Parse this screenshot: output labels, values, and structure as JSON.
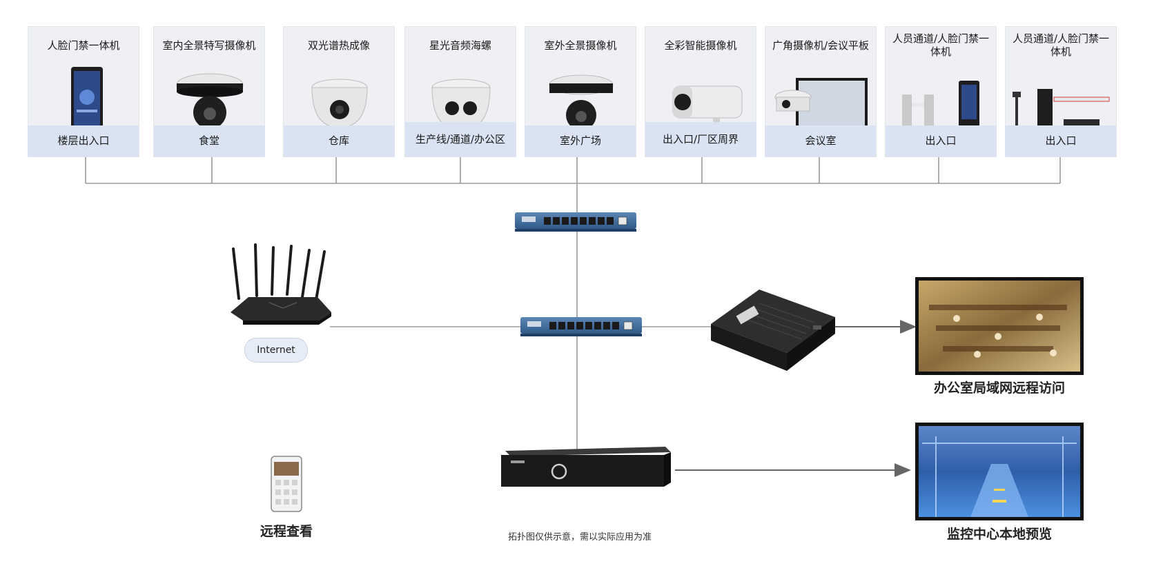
{
  "devices": [
    {
      "title": "人脸门禁一体机",
      "location": "楼层出入口",
      "icon": "face-access-terminal-icon"
    },
    {
      "title": "室内全景特写摄像机",
      "location": "食堂",
      "icon": "panoramic-dome-camera-icon"
    },
    {
      "title": "双光谱热成像",
      "location": "仓库",
      "icon": "thermal-turret-camera-icon"
    },
    {
      "title": "星光音频海螺",
      "location": "生产线/通道/办公区",
      "icon": "conch-camera-icon"
    },
    {
      "title": "室外全景摄像机",
      "location": "室外广场",
      "icon": "outdoor-panoramic-camera-icon"
    },
    {
      "title": "全彩智能摄像机",
      "location": "出入口/厂区周界",
      "icon": "bullet-camera-icon"
    },
    {
      "title": "广角摄像机/会议平板",
      "location": "会议室",
      "icon": "conference-panel-icon"
    },
    {
      "title": "人员通道/人脸门禁一体机",
      "location": "出入口",
      "icon": "turnstile-icon"
    },
    {
      "title": "人员通道/人脸门禁一体机",
      "location": "出入口",
      "icon": "barrier-gate-icon"
    }
  ],
  "network": {
    "internet_label": "Internet",
    "remote_view_label": "远程查看",
    "office_remote_label": "办公室局域网远程访问",
    "local_preview_label": "监控中心本地预览",
    "note": "拓扑图仅供示意，需以实际应用为准"
  },
  "icons": {
    "switch_top": "poe-switch-icon",
    "switch_mid": "poe-switch-icon",
    "router": "wifi-router-icon",
    "decoder": "decoder-box-icon",
    "nvr": "nvr-recorder-icon",
    "phone": "smartphone-icon",
    "monitor_factory": "factory-monitor-icon",
    "monitor_plant": "plant-monitor-icon"
  },
  "colors": {
    "card_bg": "#eef0f3",
    "location_band": "#d9e3f2",
    "line": "#9a9a9a",
    "arrow": "#666666",
    "device_dark": "#1f2226",
    "switch_blue": "#3a6a9e"
  }
}
